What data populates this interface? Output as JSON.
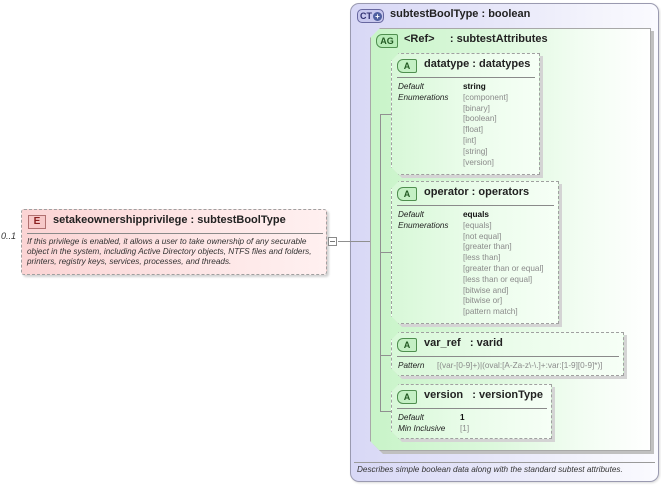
{
  "element": {
    "badge": "E",
    "occurrence": "0..1",
    "title": "setakeownershipprivilege : subtestBoolType",
    "documentation": "If this privilege is enabled, it allows a user to take ownership of any securable object in the system, including Active Directory objects, NTFS files and folders, printers, registry keys, services, processes, and threads."
  },
  "complex_type": {
    "badge": "CT",
    "title": "subtestBoolType : boolean",
    "documentation": "Describes simple boolean data along with the standard subtest attributes."
  },
  "attribute_group": {
    "badge": "AG",
    "title": "<Ref>     : subtestAttributes"
  },
  "attributes": [
    {
      "badge": "A",
      "title": "datatype : datatypes",
      "facet_labels": [
        "Default",
        "Enumerations"
      ],
      "default": "string",
      "values": [
        "[component]",
        "[binary]",
        "[boolean]",
        "[float]",
        "[int]",
        "[string]",
        "[version]"
      ]
    },
    {
      "badge": "A",
      "title": "operator : operators",
      "facet_labels": [
        "Default",
        "Enumerations"
      ],
      "default": "equals",
      "values": [
        "[equals]",
        "[not equal]",
        "[greater than]",
        "[less than]",
        "[greater than or equal]",
        "[less than or equal]",
        "[bitwise and]",
        "[bitwise or]",
        "[pattern match]"
      ]
    },
    {
      "badge": "A",
      "title": "var_ref   : varid",
      "facet_labels": [
        "Pattern"
      ],
      "values": [
        "[(var-[0-9]+)|(oval:[A-Za-z\\-\\.]+:var:[1-9][0-9]*)]"
      ]
    },
    {
      "badge": "A",
      "title": "version   : versionType",
      "facet_labels": [
        "Default",
        "Min Inclusive"
      ],
      "default": "1",
      "values": [
        "[1]"
      ]
    }
  ]
}
